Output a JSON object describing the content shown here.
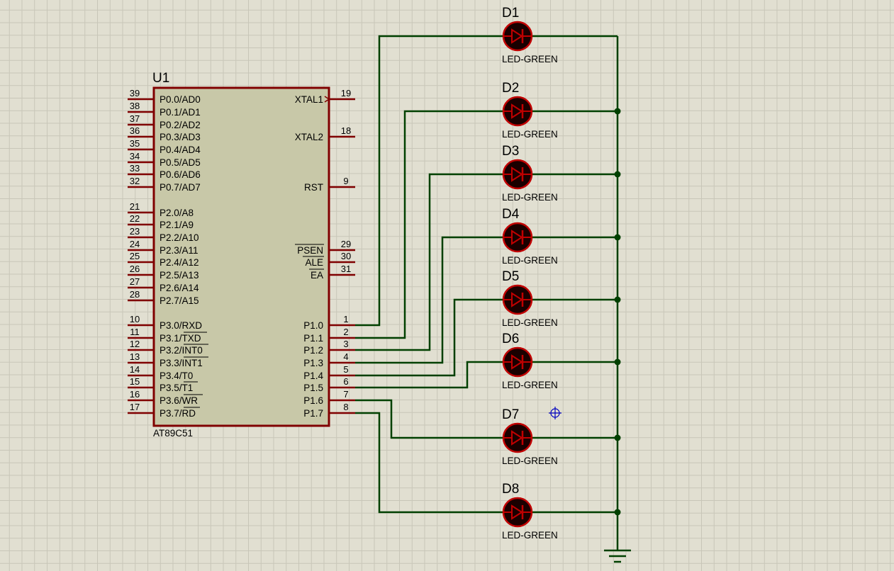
{
  "schematic": {
    "mcu": {
      "ref": "U1",
      "part": "AT89C51",
      "left_pins": [
        {
          "num": "39",
          "label": "P0.0/AD0"
        },
        {
          "num": "38",
          "label": "P0.1/AD1"
        },
        {
          "num": "37",
          "label": "P0.2/AD2"
        },
        {
          "num": "36",
          "label": "P0.3/AD3"
        },
        {
          "num": "35",
          "label": "P0.4/AD4"
        },
        {
          "num": "34",
          "label": "P0.5/AD5"
        },
        {
          "num": "33",
          "label": "P0.6/AD6"
        },
        {
          "num": "32",
          "label": "P0.7/AD7"
        },
        {
          "num": "21",
          "label": "P2.0/A8"
        },
        {
          "num": "22",
          "label": "P2.1/A9"
        },
        {
          "num": "23",
          "label": "P2.2/A10"
        },
        {
          "num": "24",
          "label": "P2.3/A11"
        },
        {
          "num": "25",
          "label": "P2.4/A12"
        },
        {
          "num": "26",
          "label": "P2.5/A13"
        },
        {
          "num": "27",
          "label": "P2.6/A14"
        },
        {
          "num": "28",
          "label": "P2.7/A15"
        },
        {
          "num": "10",
          "label": "P3.0/RXD"
        },
        {
          "num": "11",
          "label": "P3.1/TXD"
        },
        {
          "num": "12",
          "label": "P3.2/INT0"
        },
        {
          "num": "13",
          "label": "P3.3/INT1"
        },
        {
          "num": "14",
          "label": "P3.4/T0"
        },
        {
          "num": "15",
          "label": "P3.5/T1"
        },
        {
          "num": "16",
          "label": "P3.6/WR"
        },
        {
          "num": "17",
          "label": "P3.7/RD"
        }
      ],
      "right_pins": [
        {
          "num": "19",
          "label": "XTAL1"
        },
        {
          "num": "18",
          "label": "XTAL2"
        },
        {
          "num": "9",
          "label": "RST"
        },
        {
          "num": "29",
          "label": "PSEN"
        },
        {
          "num": "30",
          "label": "ALE"
        },
        {
          "num": "31",
          "label": "EA"
        },
        {
          "num": "1",
          "label": "P1.0"
        },
        {
          "num": "2",
          "label": "P1.1"
        },
        {
          "num": "3",
          "label": "P1.2"
        },
        {
          "num": "4",
          "label": "P1.3"
        },
        {
          "num": "5",
          "label": "P1.4"
        },
        {
          "num": "6",
          "label": "P1.5"
        },
        {
          "num": "7",
          "label": "P1.6"
        },
        {
          "num": "8",
          "label": "P1.7"
        }
      ]
    },
    "leds": [
      {
        "ref": "D1",
        "value": "LED-GREEN"
      },
      {
        "ref": "D2",
        "value": "LED-GREEN"
      },
      {
        "ref": "D3",
        "value": "LED-GREEN"
      },
      {
        "ref": "D4",
        "value": "LED-GREEN"
      },
      {
        "ref": "D5",
        "value": "LED-GREEN"
      },
      {
        "ref": "D6",
        "value": "LED-GREEN"
      },
      {
        "ref": "D7",
        "value": "LED-GREEN"
      },
      {
        "ref": "D8",
        "value": "LED-GREEN"
      }
    ],
    "colors": {
      "background": "#e1dfd1",
      "grid": "#c8c6b8",
      "chip_body": "#c8c8a8",
      "chip_outline": "#800000",
      "wire": "#004000",
      "led_body": "#1a0000",
      "led_ring": "#c00000",
      "cursor": "#0000c0"
    }
  }
}
